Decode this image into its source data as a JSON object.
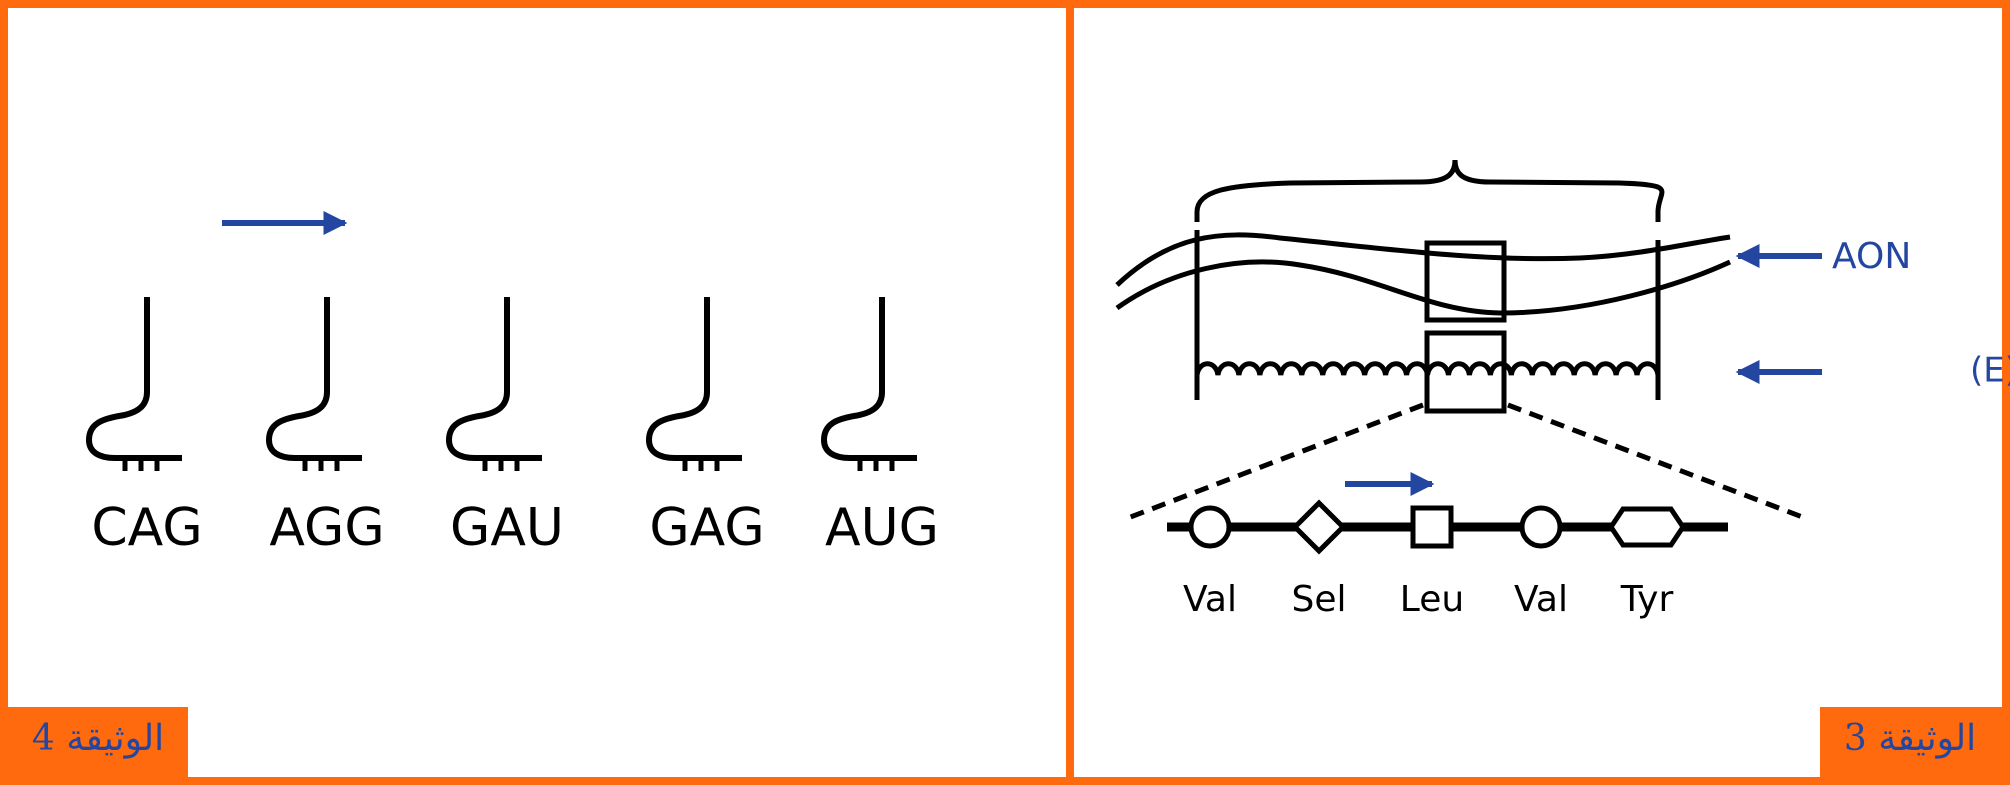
{
  "colors": {
    "frame": "#ff6a0e",
    "accent_blue": "#2347a0",
    "ink": "#000000",
    "background": "#ffffff"
  },
  "document4": {
    "tag": "الوثيقة 4",
    "codons": [
      "CAG",
      "AGG",
      "GAU",
      "GAG",
      "AUG"
    ],
    "direction_arrow": "arrow-right-icon"
  },
  "document3": {
    "tag": "الوثيقة 3",
    "labels": {
      "aon": "AON",
      "enzyme": "الانزيم (E)"
    },
    "amino_acids": [
      "Val",
      "Sel",
      "Leu",
      "Val",
      "Tyr"
    ],
    "amino_shapes": [
      "circle",
      "diamond",
      "square",
      "circle",
      "hexagon"
    ],
    "direction_arrow": "arrow-right-icon"
  }
}
